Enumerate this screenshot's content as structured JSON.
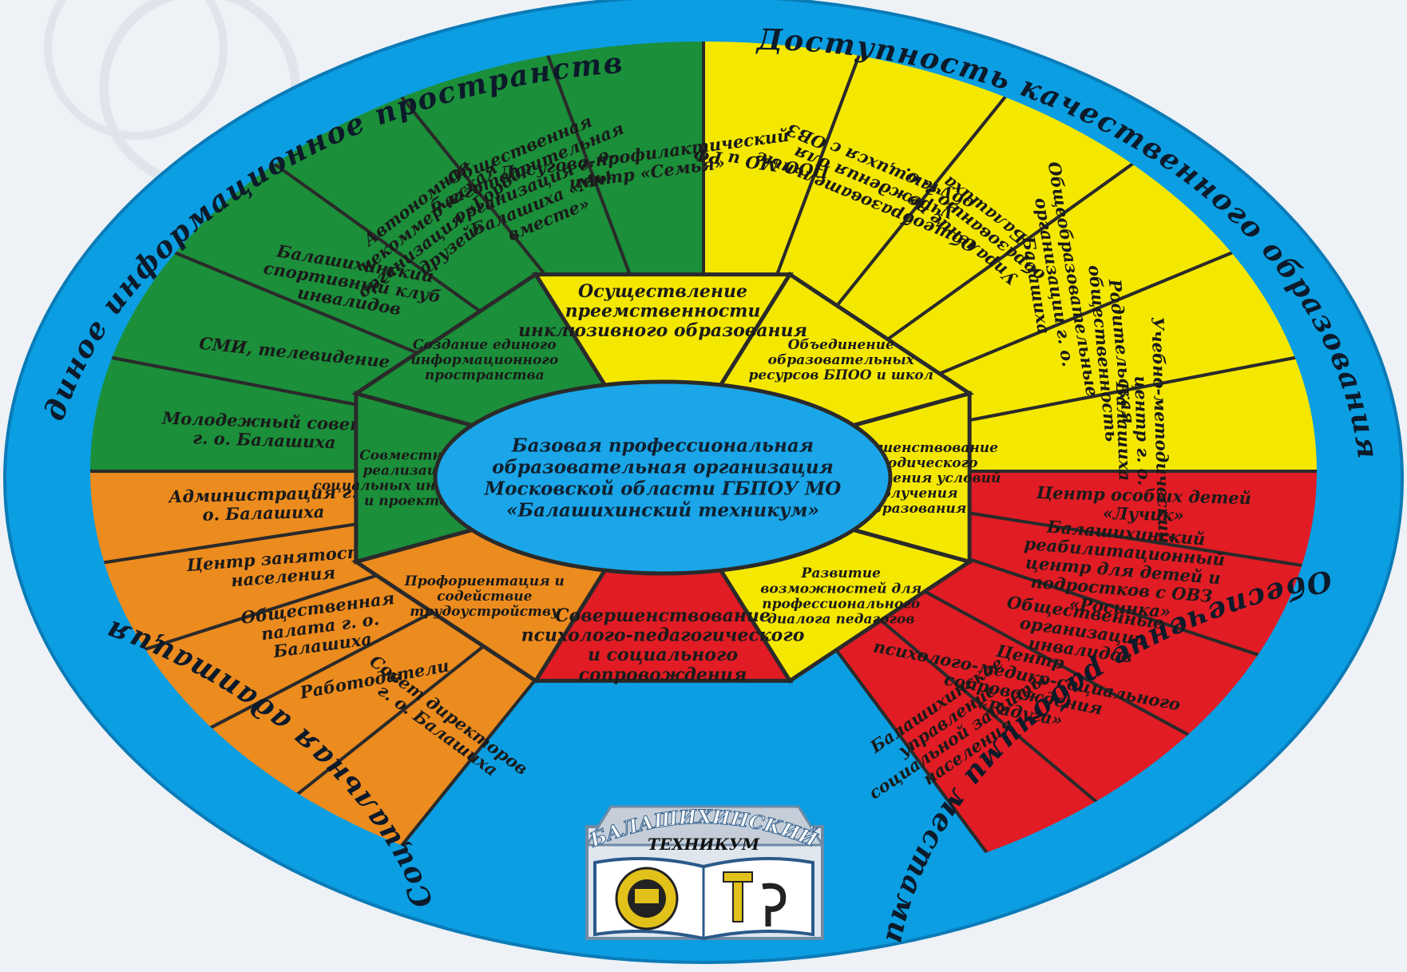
{
  "colors": {
    "ring": "#0b9ee2",
    "ring_dark": "#0a7bb8",
    "green": "#1b8f3a",
    "yellow": "#f5e800",
    "orange": "#ec8b1e",
    "red": "#e11c24",
    "center": "#1aa6e8",
    "outline": "#2a2a2a",
    "text": "#1a1a1a",
    "background": "#eef1f5"
  },
  "outer_ring": [
    {
      "key": "top_left",
      "text": "Единое информационное пространство"
    },
    {
      "key": "top_right",
      "text": "Доступность качественного образования"
    },
    {
      "key": "bottom_right",
      "text": "Обеспечение рабочими местами"
    },
    {
      "key": "bottom_left",
      "text": "Социальная адаптация"
    }
  ],
  "sectors": {
    "green": [
      "Молодежный совет г. о. Балашиха",
      "СМИ, телевидение",
      "Балашихинский спортивный клуб инвалидов",
      "Автономная некоммерческая организация «Город друзей»",
      "Общественная благотворительная организация г. о. Балашиха «Мы вместе»",
      "Досугово-профилактический центр «Семья»"
    ],
    "yellow": [
      "ПОО МО и РФ",
      "Общеобразовательные учреждения для обучающихся с ОВЗ",
      "Упраление по образованию г. о. Балашиха",
      "Общеобразовательные организации г. о. Балашиха",
      "Родительская общественность",
      "Учебно-методический центр г. о. Балашиха"
    ],
    "red": [
      "Центр особых детей «Лучик»",
      "Балашихинский реабилитационный центр для детей и подростков с ОВЗ «Росинка»",
      "Общественные организации инвалидов",
      "Центр психолого-медико-социального сопровождения «Радуга»",
      "Балашихинское управление социальной защиты населения"
    ],
    "orange": [
      "Совет директоров г. о. Балашиха",
      "Работодатели",
      "Общественная палата г. о. Балашиха",
      "Центр занятости населения",
      "Администрация г. о. Балашиха"
    ]
  },
  "inner": {
    "top": "Осуществление преемственности инклюзивного образования",
    "upper_right": "Объединение образовательных ресурсов БПОО и школ",
    "right": "Совершенствование методического обеспечения условий получения образования",
    "lower_right": "Развитие возможностей для профессионального диалога педагогов",
    "bottom": "Совершенствование психолого-педагогического и социального сопровождения",
    "lower_left": "Профориентация и содействие трудоустройству",
    "left": "Совместная реализация социальных инициатив и проектов",
    "upper_left": "Создание единого информационного пространства"
  },
  "center": "Базовая профессиональная образовательная организация Московской области ГБПОУ МО «Балашихинский техникум»",
  "logo": {
    "arc_text": "БАЛАШИХИНСКИЙ",
    "sub_text": "ТЕХНИКУМ"
  }
}
